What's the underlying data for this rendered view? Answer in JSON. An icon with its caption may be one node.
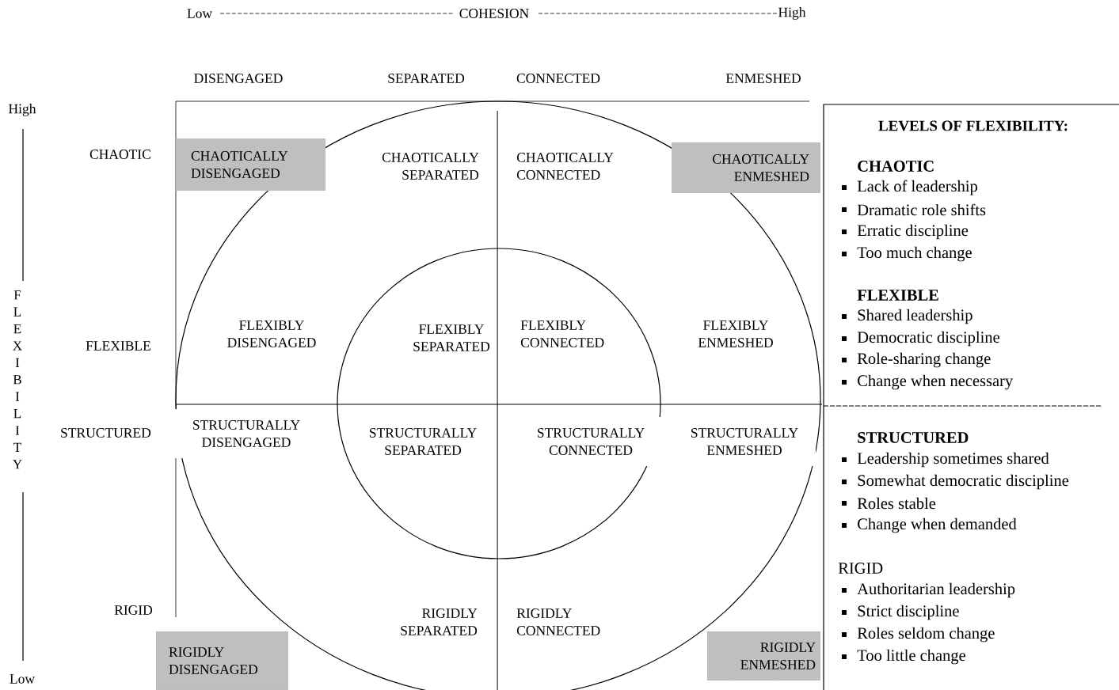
{
  "diagram": {
    "nodes": [
      {
        "text": [
          "CHAOTICALLY DISENGAGED"
        ]
      },
      {
        "text": [
          "CHAOTICALLY ENMESHED"
        ]
      },
      {
        "text": [
          "LEVELS OF FLEXIBILITY:",
          "CHAOTIC",
          "Lack of leadership",
          "Dramatic role shifts",
          "Erratic discipline",
          "Too much change",
          "FLEXIBLE",
          "Shared leadership",
          "Democratic discipline",
          "Role-sharing change",
          "Change when necessary",
          "STRUCTURED",
          "Leadership sometimes shared",
          "Somewhat democratic discipline",
          "Roles stable",
          "Change when demanded",
          "RIGID",
          "Authoritarian leadership",
          "Strict discipline",
          "Roles seldom change",
          "Too little change"
        ]
      },
      {
        "text": [
          "RIGIDLY DISENGAGED"
        ]
      },
      {
        "text": [
          "RIGIDLY ENMESHED"
        ]
      }
    ],
    "labels": [
      "Low",
      "COHESION",
      "High",
      "DISENGAGED",
      "SEPARATED",
      "CONNECTED",
      "ENMESHED",
      "High",
      "CHAOTIC",
      "CHAOTICALLY SEPARATED",
      "CHAOTICALLY CONNECTED",
      "FLEXIBILITY",
      "FLEXIBLE",
      "FLEXIBLY DISENGAGED",
      "FLEXIBLY SEPARATED",
      "FLEXIBLY CONNECTED",
      "FLEXIBLY ENMESHED",
      "STRUCTURED",
      "STRUCTURALLY DISENGAGED",
      "STRUCTURALLY SEPARATED",
      "STRUCTURALLY CONNECTED",
      "STRUCTURALLY ENMESHED",
      "RIGID",
      "RIGIDLY SEPARATED",
      "RIGIDLY CONNECTED",
      "Low"
    ]
  }
}
